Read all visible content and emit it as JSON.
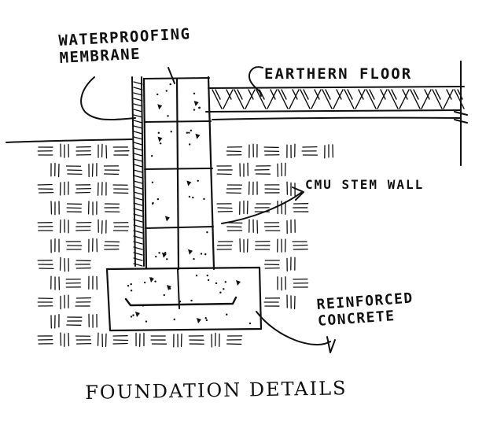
{
  "labels": {
    "waterproofing": "WATERPROOFING\nMEMBRANE",
    "earthen_floor": "EARTHERN FLOOR",
    "cmu_stem_wall": "CMU STEM WALL",
    "reinforced_concrete": "REINFORCED\nCONCRETE"
  },
  "title": "FOUNDATION DETAILS",
  "ink_color": "#111111"
}
